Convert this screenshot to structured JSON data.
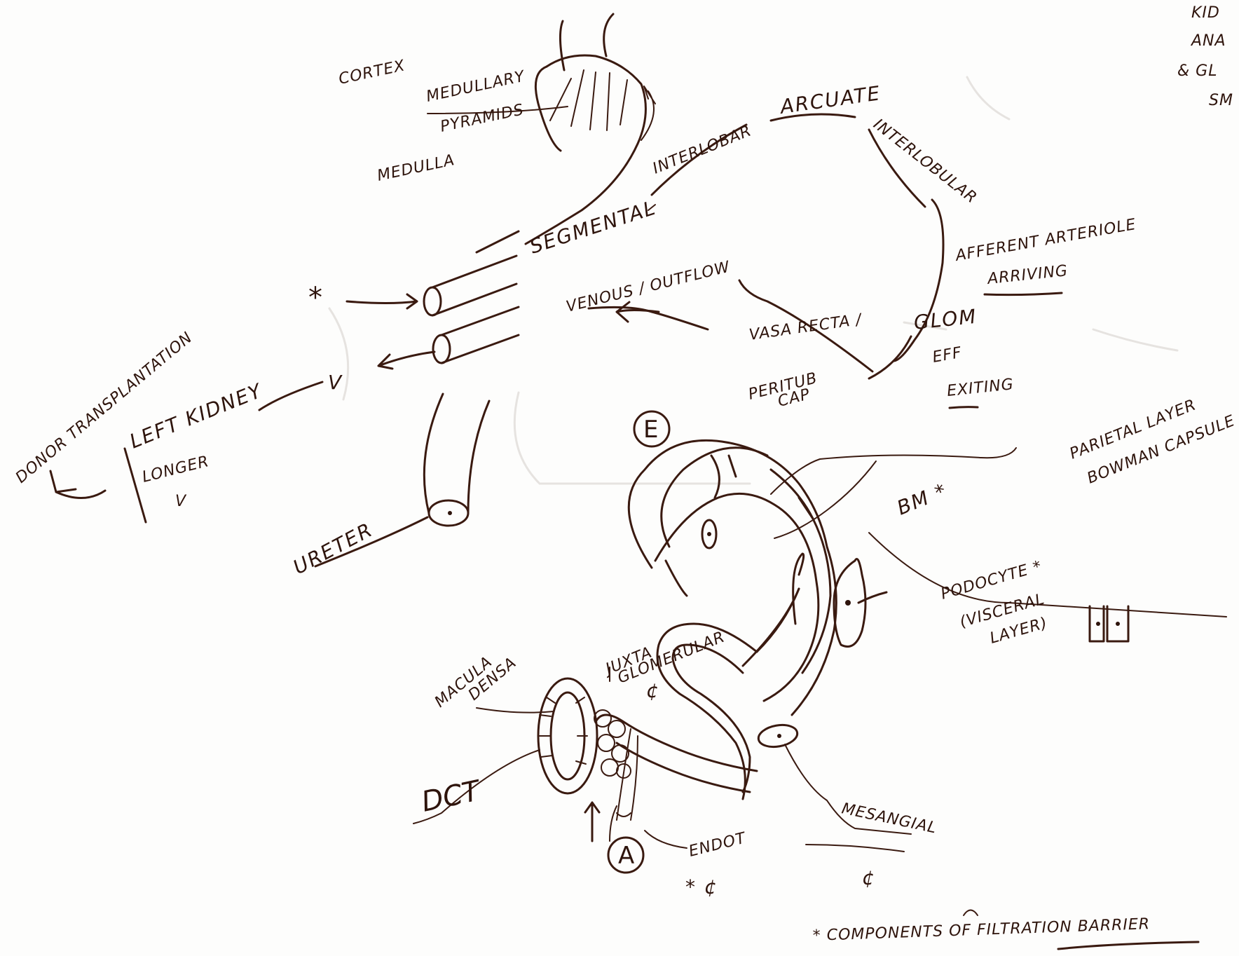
{
  "title_fragments": {
    "line1": "KID",
    "line2": "ANA",
    "line3": "& GL",
    "line4": "SM"
  },
  "labels": {
    "cortex": "CORTEX",
    "medullary": "MEDULLARY",
    "pyramids": "PYRAMIDS",
    "medulla": "MEDULLA",
    "segmental": "SEGMENTAL",
    "interlobar": "INTERLOBAR",
    "arcuate": "ARCUATE",
    "interlobular": "INTERLOBULAR",
    "afferent_arteriole": "AFFERENT ARTERIOLE",
    "arriving": "ARRIVING",
    "glom": "GLOM",
    "vasa_recta": "VASA RECTA /",
    "peritub_cap": "PERITUB",
    "cap": "CAP",
    "eff": "EFF",
    "exiting": "EXITING",
    "venous_outflow": "VENOUS / OUTFLOW",
    "star_a": "*",
    "v_mark": "V",
    "donor_transplantation": "DONOR TRANSPLANTATION",
    "left_kidney": "LEFT KIDNEY",
    "longer": "LONGER",
    "longer_v": "V",
    "ureter": "URETER",
    "e_circle": "E",
    "parietal_layer": "PARIETAL LAYER",
    "bowman_capsule": "BOWMAN CAPSULE",
    "bm": "BM *",
    "podocyte": "PODOCYTE *",
    "visceral_layer": "(VISCERAL",
    "layer": "LAYER)",
    "macula_densa_1": "MACULA",
    "macula_densa_2": "DENSA",
    "juxta": "JUXTA",
    "glomerular": "GLOMERULAR",
    "juxta_cell": "¢",
    "dct": "DCT",
    "a_circle": "A",
    "endot": "ENDOT",
    "endot_cell": "* ¢",
    "mesangial": "MESANGIAL",
    "mesangial_cell": "¢",
    "footnote": "* COMPONENTS OF FILTRATION BARRIER"
  }
}
